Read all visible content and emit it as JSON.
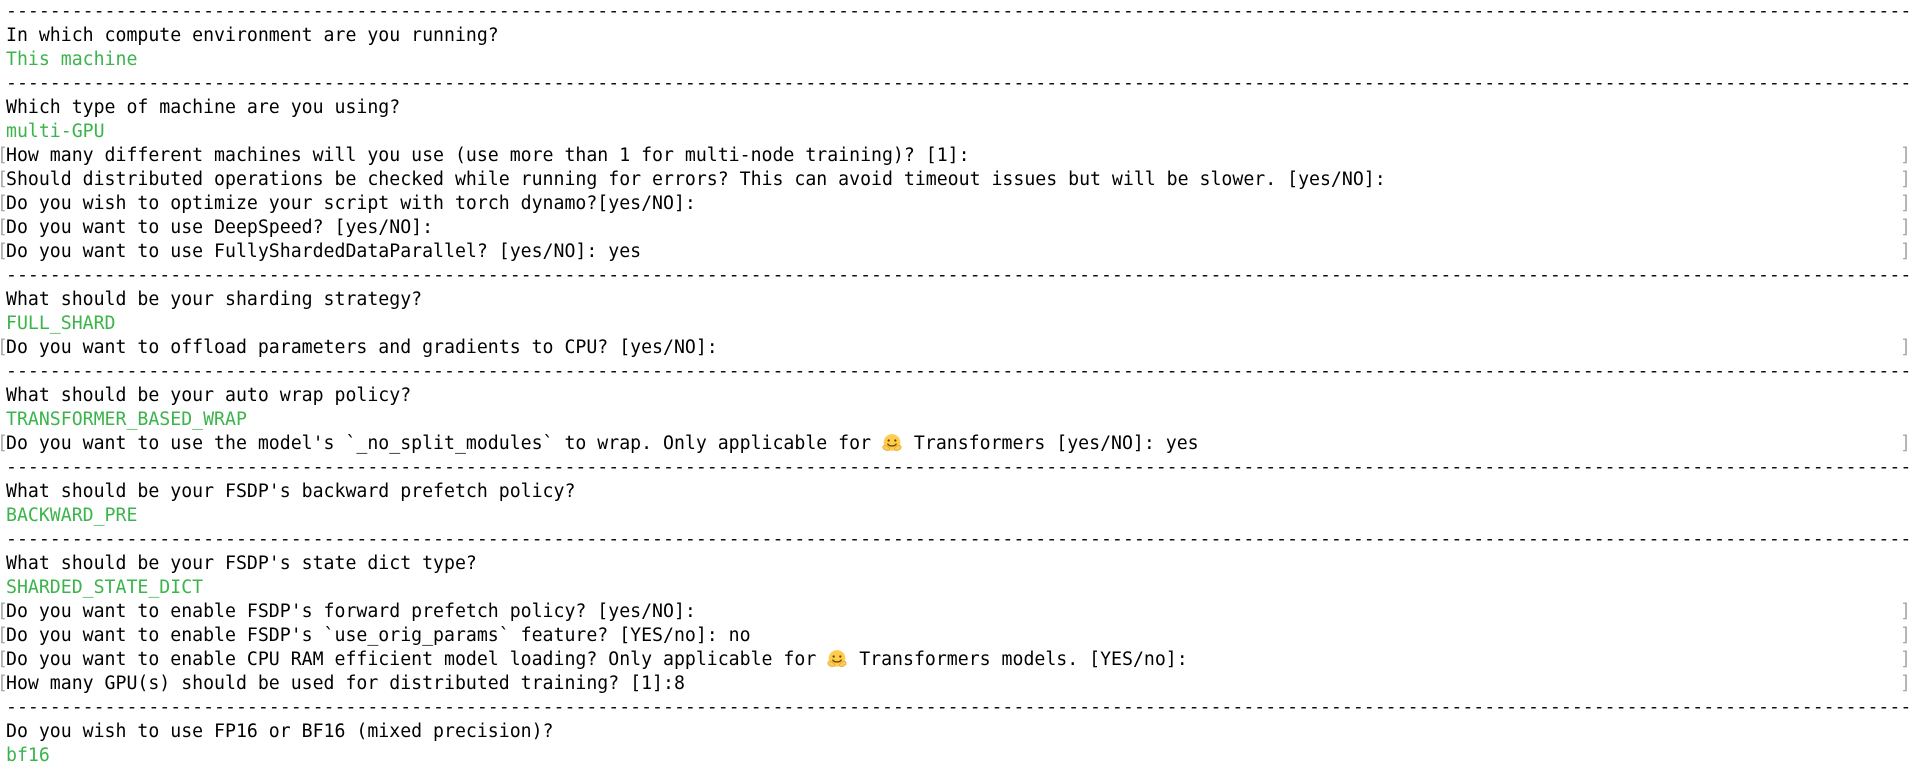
{
  "terminal": {
    "colors": {
      "background": "#ffffff",
      "text": "#000000",
      "answer_green": "#3cb44c",
      "edge_bracket_gray": "#a8a8a8"
    },
    "separator": {
      "char": "-",
      "count": 174
    },
    "edge_brackets": {
      "open": "[",
      "close": "]"
    },
    "lines": [
      {
        "type": "separator"
      },
      {
        "type": "question",
        "text": "In which compute environment are you running?"
      },
      {
        "type": "answer",
        "text": "This machine"
      },
      {
        "type": "separator"
      },
      {
        "type": "question",
        "text": "Which type of machine are you using?"
      },
      {
        "type": "answer",
        "text": "multi-GPU"
      },
      {
        "type": "prompt",
        "text": "How many different machines will you use (use more than 1 for multi-node training)? [1]:"
      },
      {
        "type": "prompt",
        "text": "Should distributed operations be checked while running for errors? This can avoid timeout issues but will be slower. [yes/NO]:"
      },
      {
        "type": "prompt",
        "text": "Do you wish to optimize your script with torch dynamo?[yes/NO]:"
      },
      {
        "type": "prompt",
        "text": "Do you want to use DeepSpeed? [yes/NO]:"
      },
      {
        "type": "prompt",
        "text": "Do you want to use FullyShardedDataParallel? [yes/NO]: yes"
      },
      {
        "type": "separator"
      },
      {
        "type": "question",
        "text": "What should be your sharding strategy?"
      },
      {
        "type": "answer",
        "text": "FULL_SHARD"
      },
      {
        "type": "prompt",
        "text": "Do you want to offload parameters and gradients to CPU? [yes/NO]:"
      },
      {
        "type": "separator"
      },
      {
        "type": "question",
        "text": "What should be your auto wrap policy?"
      },
      {
        "type": "answer",
        "text": "TRANSFORMER_BASED_WRAP"
      },
      {
        "type": "prompt",
        "parts": [
          {
            "text": "Do you want to use the model's `_no_split_modules` to wrap. Only applicable for "
          },
          {
            "emoji": "hugging-face"
          },
          {
            "text": " Transformers [yes/NO]: yes"
          }
        ]
      },
      {
        "type": "separator"
      },
      {
        "type": "question",
        "text": "What should be your FSDP's backward prefetch policy?"
      },
      {
        "type": "answer",
        "text": "BACKWARD_PRE"
      },
      {
        "type": "separator"
      },
      {
        "type": "question",
        "text": "What should be your FSDP's state dict type?"
      },
      {
        "type": "answer",
        "text": "SHARDED_STATE_DICT"
      },
      {
        "type": "prompt",
        "text": "Do you want to enable FSDP's forward prefetch policy? [yes/NO]:"
      },
      {
        "type": "prompt",
        "text": "Do you want to enable FSDP's `use_orig_params` feature? [YES/no]: no"
      },
      {
        "type": "prompt",
        "parts": [
          {
            "text": "Do you want to enable CPU RAM efficient model loading? Only applicable for "
          },
          {
            "emoji": "hugging-face"
          },
          {
            "text": " Transformers models. [YES/no]:"
          }
        ]
      },
      {
        "type": "prompt",
        "text": "How many GPU(s) should be used for distributed training? [1]:8"
      },
      {
        "type": "separator"
      },
      {
        "type": "question",
        "text": "Do you wish to use FP16 or BF16 (mixed precision)?"
      },
      {
        "type": "answer",
        "text": "bf16"
      }
    ]
  }
}
